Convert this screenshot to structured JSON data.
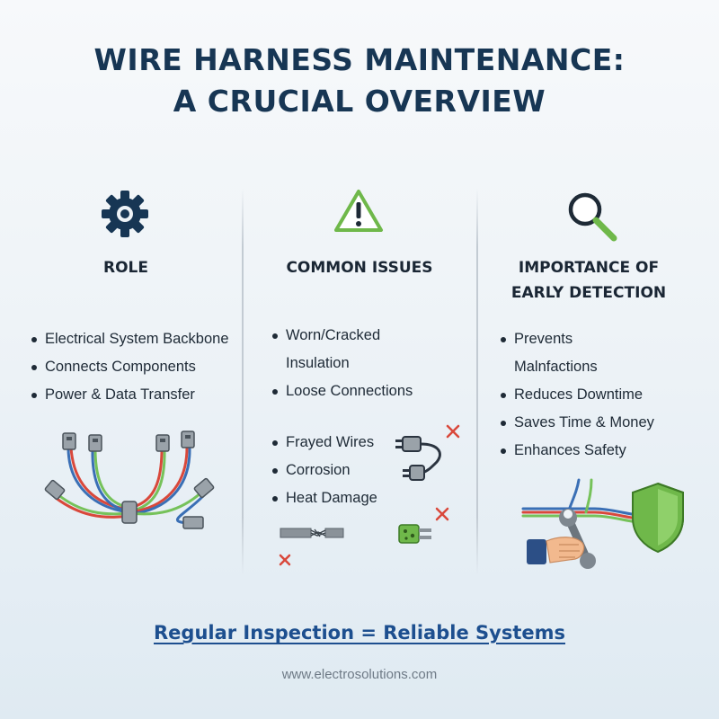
{
  "title": {
    "line1": "WIRE HARNESS MAINTENANCE:",
    "line2": "A CRUCIAL OVERVIEW"
  },
  "columns": [
    {
      "icon": "gear-icon",
      "heading": [
        "ROLE"
      ],
      "bullets": [
        {
          "text": "Electrical System Backbone"
        },
        {
          "text": "Connects Components"
        },
        {
          "text": "Power & Data Transfer"
        }
      ],
      "illustration": "wire-harness-bundle"
    },
    {
      "icon": "warning-triangle-icon",
      "heading": [
        "COMMON ISSUES"
      ],
      "bullets": [
        {
          "text": "Worn/Cracked",
          "continued": "Insulation"
        },
        {
          "text": "Loose Connections"
        },
        {
          "text": "Frayed Wires"
        },
        {
          "text": "Corrosion"
        },
        {
          "text": "Heat Damage"
        }
      ],
      "illustrations": [
        "loose-connector",
        "frayed-wire",
        "corroded-connector"
      ]
    },
    {
      "icon": "magnifier-icon",
      "heading": [
        "IMPORTANCE OF",
        "EARLY DETECTION"
      ],
      "bullets": [
        {
          "text": "Prevents",
          "continued": "Malnfactions"
        },
        {
          "text": "Reduces Downtime"
        },
        {
          "text": "Saves Time & Money"
        },
        {
          "text": "Enhances Safety"
        }
      ],
      "illustration": "wrench-and-shield"
    }
  ],
  "footer": {
    "tagline": "Regular Inspection = Reliable Systems",
    "url": "www.electrosolutions.com"
  },
  "colors": {
    "title": "#173654",
    "accent_green": "#6fb84a",
    "alert_red": "#d9483b",
    "tagline_blue": "#1d4f8f",
    "wire_red": "#d9483b",
    "wire_green": "#76c25a",
    "wire_blue": "#3a6fb5",
    "connector_gray": "#8a9299"
  }
}
